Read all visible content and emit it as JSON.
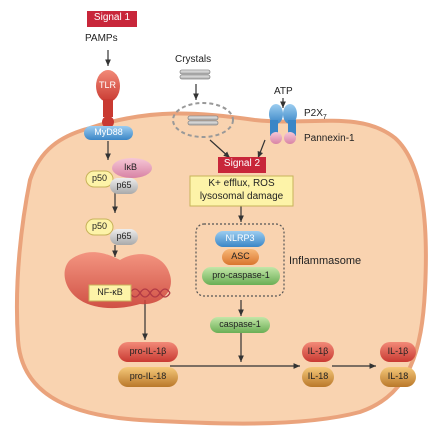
{
  "signal1": "Signal 1",
  "pamps": "PAMPs",
  "tlr": "TLR",
  "myd88": "MyD88",
  "ikb": "IκB",
  "p50": "p50",
  "p65": "p65",
  "nfkb": "NF-κB",
  "crystals": "Crystals",
  "atp": "ATP",
  "p2x7": "P2X",
  "p2x7_sub": "7",
  "pannexin": "Pannexin-1",
  "signal2": "Signal 2",
  "signal2_text": [
    "K+ efflux, ROS",
    "lysosomal damage"
  ],
  "nlrp3": "NLRP3",
  "asc": "ASC",
  "procaspase": "pro-caspase-1",
  "inflammasome": "Inflammasome",
  "caspase": "caspase-1",
  "pro_il1b": "pro-IL-1β",
  "pro_il18": "pro-IL-18",
  "il1b": "IL-1β",
  "il18": "IL-18",
  "colors": {
    "cell_fill": "#f9d3b0",
    "cell_stroke": "#eaa37c",
    "signal_red": "#c8263a",
    "green": "#8cc473",
    "blue": "#3b8fd0",
    "orange": "#e9883c",
    "yellow": "#fdf3a8",
    "red_pill": "#e0504a",
    "gold_pill": "#d99b3a"
  }
}
